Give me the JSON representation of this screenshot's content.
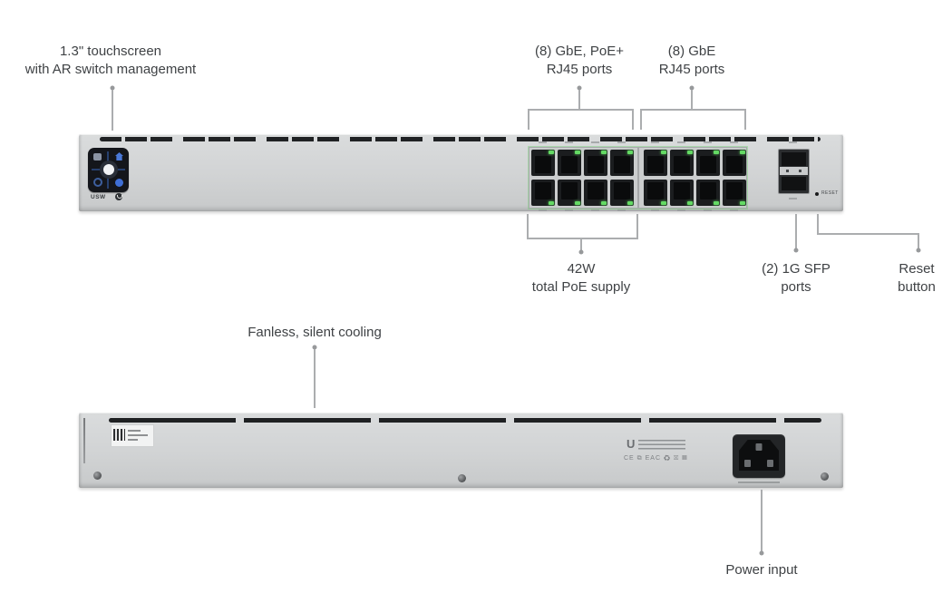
{
  "callouts": {
    "touchscreen": {
      "line1": "1.3\" touchscreen",
      "line2": "with AR switch management"
    },
    "poe_ports": {
      "line1": "(8) GbE, PoE+",
      "line2": "RJ45 ports"
    },
    "gbe_ports": {
      "line1": "(8) GbE",
      "line2": "RJ45 ports"
    },
    "poe_supply": {
      "line1": "42W",
      "line2": "total PoE supply"
    },
    "sfp_ports": {
      "line1": "(2) 1G SFP",
      "line2": "ports"
    },
    "reset_button": {
      "line1": "Reset",
      "line2": "button"
    },
    "cooling": {
      "line1": "Fanless, silent cooling"
    },
    "power_input": {
      "line1": "Power input"
    }
  },
  "device": {
    "front_panel": {
      "screen_brand": "USW",
      "reset_label": "RESET",
      "rj45_port_count": 16,
      "rj45_poe_count": 8,
      "sfp_port_count": 2
    },
    "back_panel": {
      "brand_glyph": "U",
      "cert_marks": "CE ⧉ EAC ♻ ☒ ▦"
    }
  },
  "colors": {
    "chassis_gray": "#d2d4d5",
    "led_green": "#64da64",
    "accent_blue": "#3f6fd6",
    "label_text": "#3f4245",
    "callout_line": "#abadaf"
  }
}
